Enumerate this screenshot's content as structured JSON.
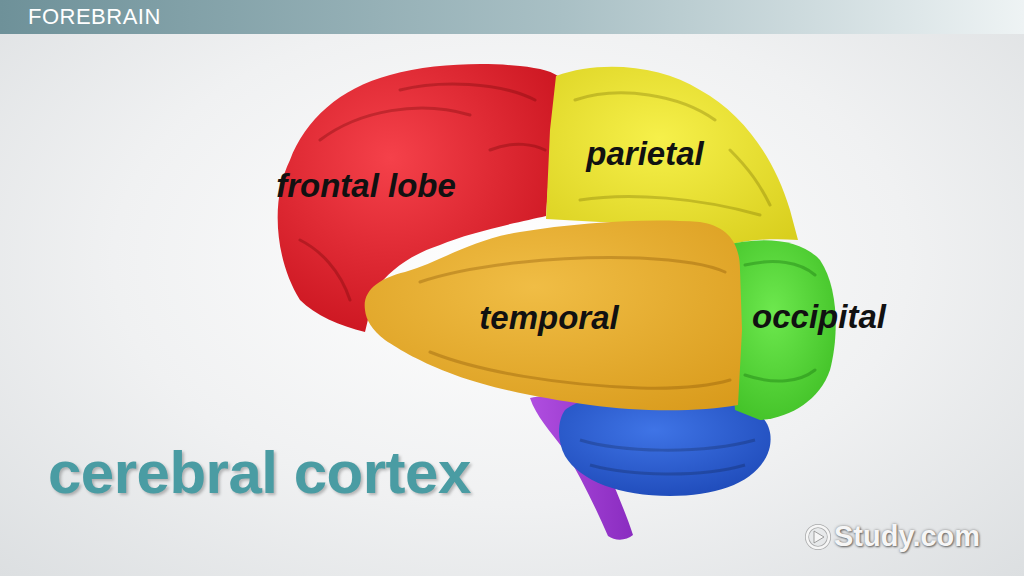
{
  "diagram": {
    "title": "FOREBRAIN",
    "labels": [
      "frontal lobe",
      "parietal",
      "temporal",
      "occipital",
      "cerebral cortex",
      "Study.com"
    ]
  }
}
